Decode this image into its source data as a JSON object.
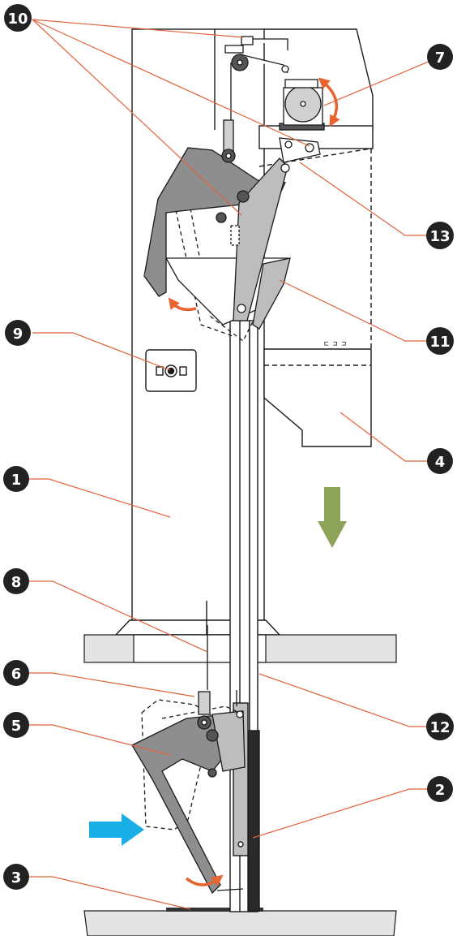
{
  "callouts": [
    {
      "id": "c1",
      "label": "1"
    },
    {
      "id": "c2",
      "label": "2"
    },
    {
      "id": "c3",
      "label": "3"
    },
    {
      "id": "c4",
      "label": "4"
    },
    {
      "id": "c5",
      "label": "5"
    },
    {
      "id": "c6",
      "label": "6"
    },
    {
      "id": "c7",
      "label": "7"
    },
    {
      "id": "c8",
      "label": "8"
    },
    {
      "id": "c9",
      "label": "9"
    },
    {
      "id": "c10",
      "label": "10"
    },
    {
      "id": "c11",
      "label": "11"
    },
    {
      "id": "c12",
      "label": "12"
    },
    {
      "id": "c13",
      "label": "13"
    }
  ],
  "small_label": "⊏ ⊐ ⊐",
  "colors": {
    "callout_circle": "#222222",
    "leader_line": "#e0643a",
    "rotation_arrow": "#e8632e",
    "down_arrow": "#8ea35a",
    "push_arrow": "#1aaee6",
    "arm_fill": "#8e8e8e",
    "floor": "#e4e4e4",
    "outline": "#1a1a1a"
  }
}
